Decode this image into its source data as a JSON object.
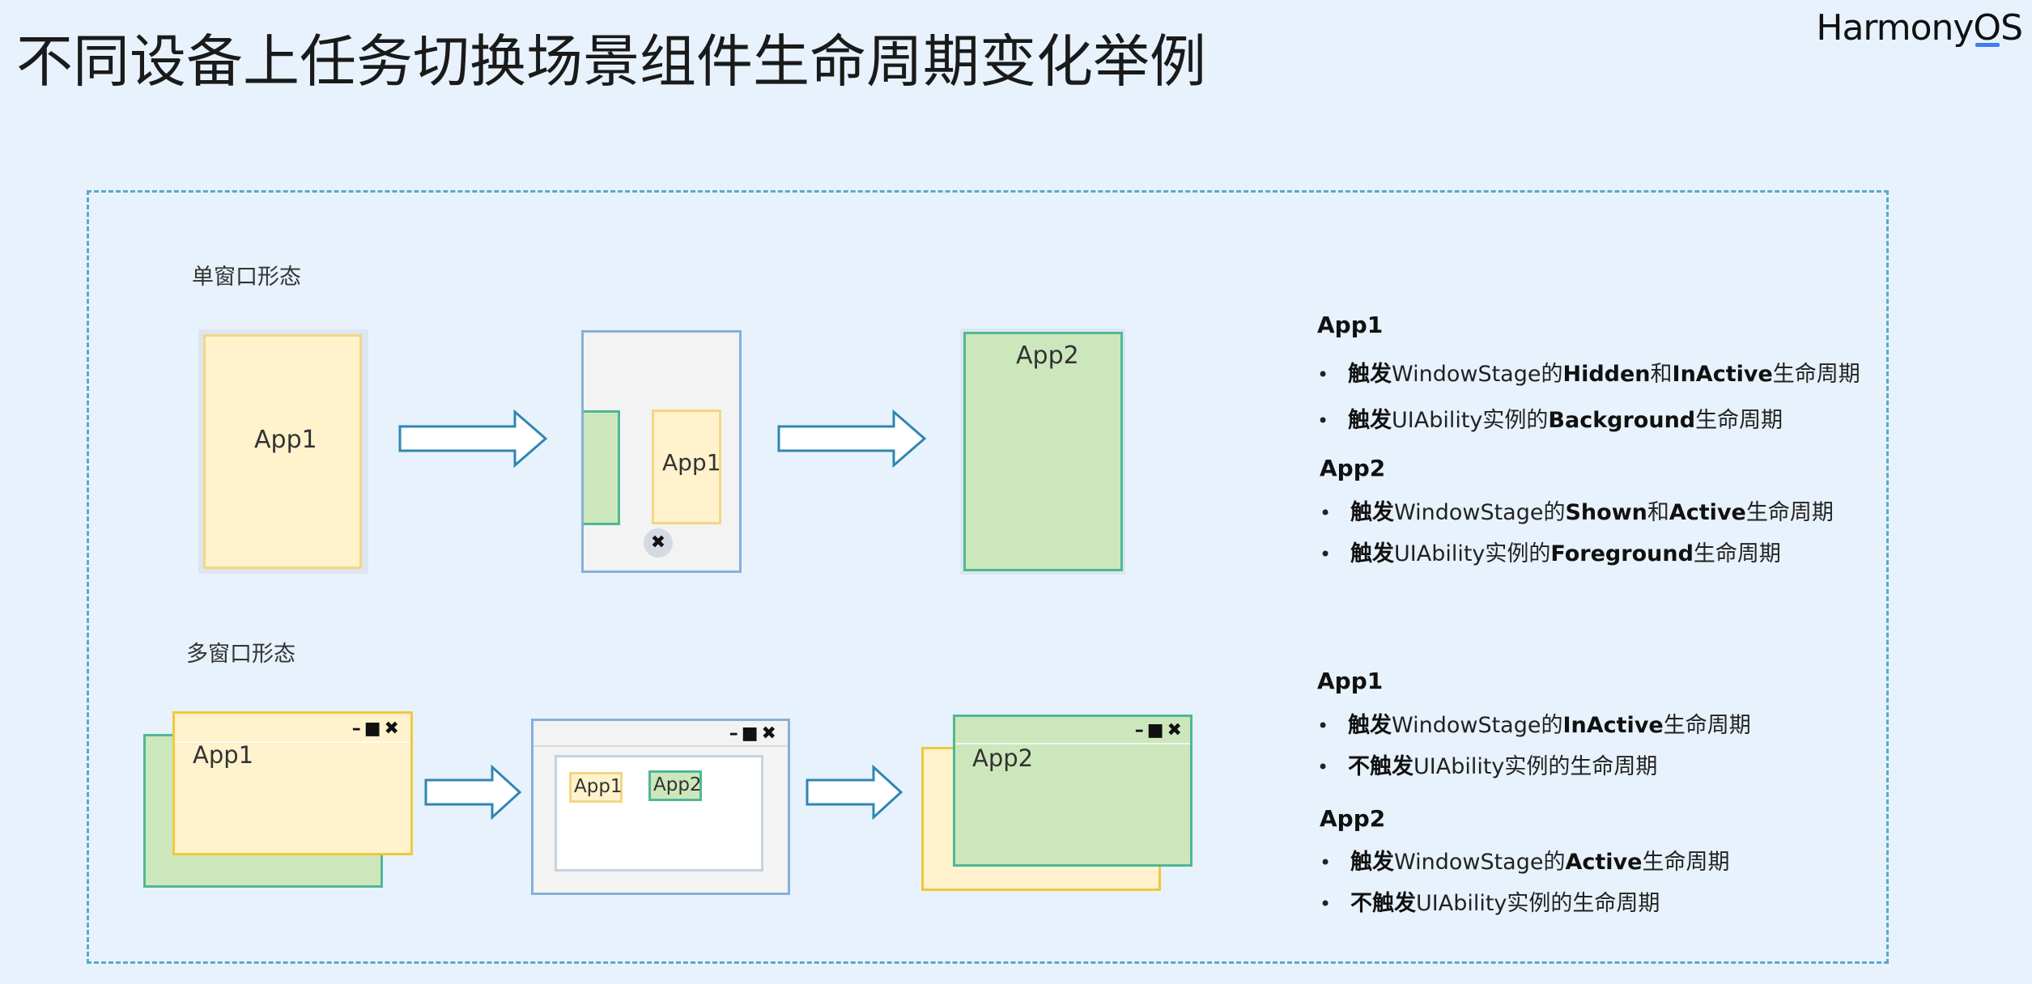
{
  "page": {
    "title": "不同设备上任务切换场景组件生命周期变化举例",
    "brand": "HarmonyOS"
  },
  "single_window": {
    "label": "单窗口形态",
    "app1_label": "App1",
    "recent_app_label": "App1",
    "close_glyph": "✖",
    "app2_label": "App2"
  },
  "multi_window": {
    "label": "多窗口形态",
    "window_controls": "–■✖",
    "app1_label": "App1",
    "mini_app1_label": "App1",
    "mini_app2_label": "App2",
    "app2_label": "App2"
  },
  "single_notes": {
    "app1": {
      "heading": "App1",
      "bullets": [
        [
          {
            "t": "触发",
            "b": true
          },
          {
            "t": "WindowStage的"
          },
          {
            "t": "Hidden",
            "b": true
          },
          {
            "t": "和"
          },
          {
            "t": "InActive",
            "b": true
          },
          {
            "t": "生命周期"
          }
        ],
        [
          {
            "t": "触发",
            "b": true
          },
          {
            "t": "UIAbility实例的"
          },
          {
            "t": "Background",
            "b": true
          },
          {
            "t": "生命周期"
          }
        ]
      ]
    },
    "app2": {
      "heading": "App2",
      "bullets": [
        [
          {
            "t": "触发",
            "b": true
          },
          {
            "t": "WindowStage的"
          },
          {
            "t": "Shown",
            "b": true
          },
          {
            "t": "和"
          },
          {
            "t": "Active",
            "b": true
          },
          {
            "t": "生命周期"
          }
        ],
        [
          {
            "t": "触发",
            "b": true
          },
          {
            "t": "UIAbility实例的"
          },
          {
            "t": "Foreground",
            "b": true
          },
          {
            "t": "生命周期"
          }
        ]
      ]
    }
  },
  "multi_notes": {
    "app1": {
      "heading": "App1",
      "bullets": [
        [
          {
            "t": "触发",
            "b": true
          },
          {
            "t": "WindowStage的"
          },
          {
            "t": "InActive",
            "b": true
          },
          {
            "t": "生命周期"
          }
        ],
        [
          {
            "t": "不触发",
            "b": true
          },
          {
            "t": "UIAbility实例的生命周期"
          }
        ]
      ]
    },
    "app2": {
      "heading": "App2",
      "bullets": [
        [
          {
            "t": "触发",
            "b": true
          },
          {
            "t": "WindowStage的"
          },
          {
            "t": "Active",
            "b": true
          },
          {
            "t": "生命周期"
          }
        ],
        [
          {
            "t": "不触发",
            "b": true
          },
          {
            "t": "UIAbility实例的生命周期"
          }
        ]
      ]
    }
  },
  "colors": {
    "background": "#e8f2fc",
    "app1_fill": "#fff2cc",
    "app1_border": "#f2d782",
    "app2_fill": "#cde7bd",
    "app2_border": "#4fb894",
    "arrow_stroke": "#2f86b3",
    "frame_dash": "#5aa9c7",
    "brand_accent": "#3f7df6"
  }
}
